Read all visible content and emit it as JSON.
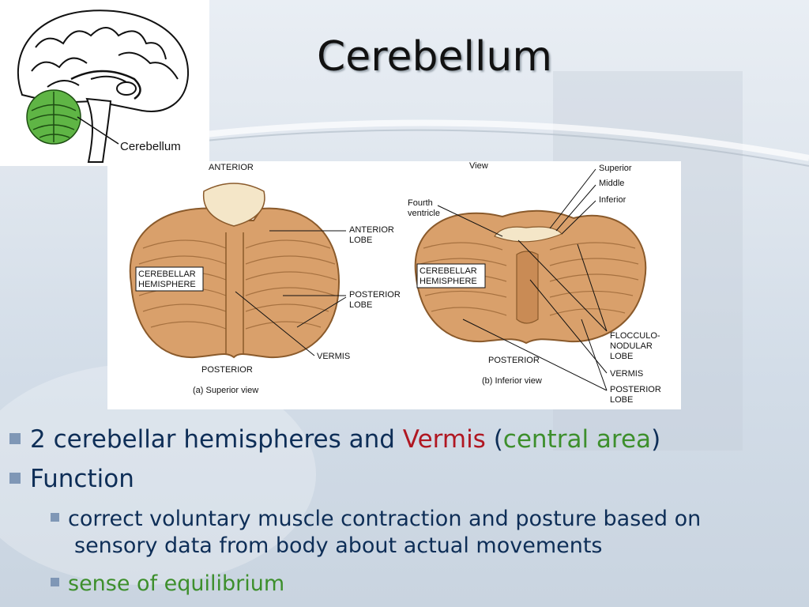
{
  "slide": {
    "title": "Cerebellum"
  },
  "thumbnail": {
    "label": "Cerebellum"
  },
  "figure": {
    "superior": {
      "top_label": "ANTERIOR",
      "hemisphere": [
        "CEREBELLAR",
        "HEMISPHERE"
      ],
      "anterior_lobe": [
        "ANTERIOR",
        "LOBE"
      ],
      "posterior_lobe": [
        "POSTERIOR",
        "LOBE"
      ],
      "vermis": "VERMIS",
      "bottom_label": "POSTERIOR",
      "caption": "(a) Superior view"
    },
    "inferior": {
      "view": "View",
      "peduncles": [
        "Superior",
        "Middle",
        "Inferior"
      ],
      "fourth_ventricle": [
        "Fourth",
        "ventricle"
      ],
      "hemisphere": [
        "CEREBELLAR",
        "HEMISPHERE"
      ],
      "flocculonodular": [
        "FLOCCULO-",
        "NODULAR",
        "LOBE"
      ],
      "vermis": "VERMIS",
      "posterior_lobe": [
        "POSTERIOR",
        "LOBE"
      ],
      "bottom_label": "POSTERIOR",
      "caption": "(b) Inferior view"
    }
  },
  "bullets": [
    {
      "parts": [
        {
          "text": "2 cerebellar hemispheres and ",
          "style": "normal"
        },
        {
          "text": "Vermis",
          "style": "red"
        },
        {
          "text": " (",
          "style": "normal"
        },
        {
          "text": "central area",
          "style": "green"
        },
        {
          "text": ")",
          "style": "normal"
        }
      ]
    },
    {
      "text": "Function",
      "sub": [
        {
          "lines": [
            "correct voluntary muscle contraction and posture based on",
            "sensory data from body about actual movements"
          ]
        },
        {
          "text": "sense of equilibrium"
        }
      ]
    }
  ],
  "colors": {
    "text": "#0e2e57",
    "vermis": "#b01722",
    "central_area": "#3d8f2c",
    "bullet": "#7f97b6",
    "cerebellum_green": "#5fb545"
  }
}
